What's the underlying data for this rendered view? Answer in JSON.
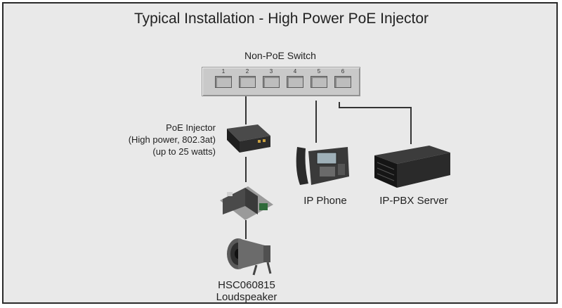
{
  "title": "Typical Installation - High Power PoE Injector",
  "switch": {
    "label": "Non-PoE Switch",
    "ports": [
      "1",
      "2",
      "3",
      "4",
      "5",
      "6"
    ]
  },
  "injector": {
    "line1": "PoE Injector",
    "line2": "(High power, 802.3at)",
    "line3": "(up to 25 watts)"
  },
  "phone": {
    "label": "IP Phone"
  },
  "server": {
    "label": "IP-PBX Server"
  },
  "speaker": {
    "model": "HSC060815",
    "label": "Loudspeaker"
  }
}
